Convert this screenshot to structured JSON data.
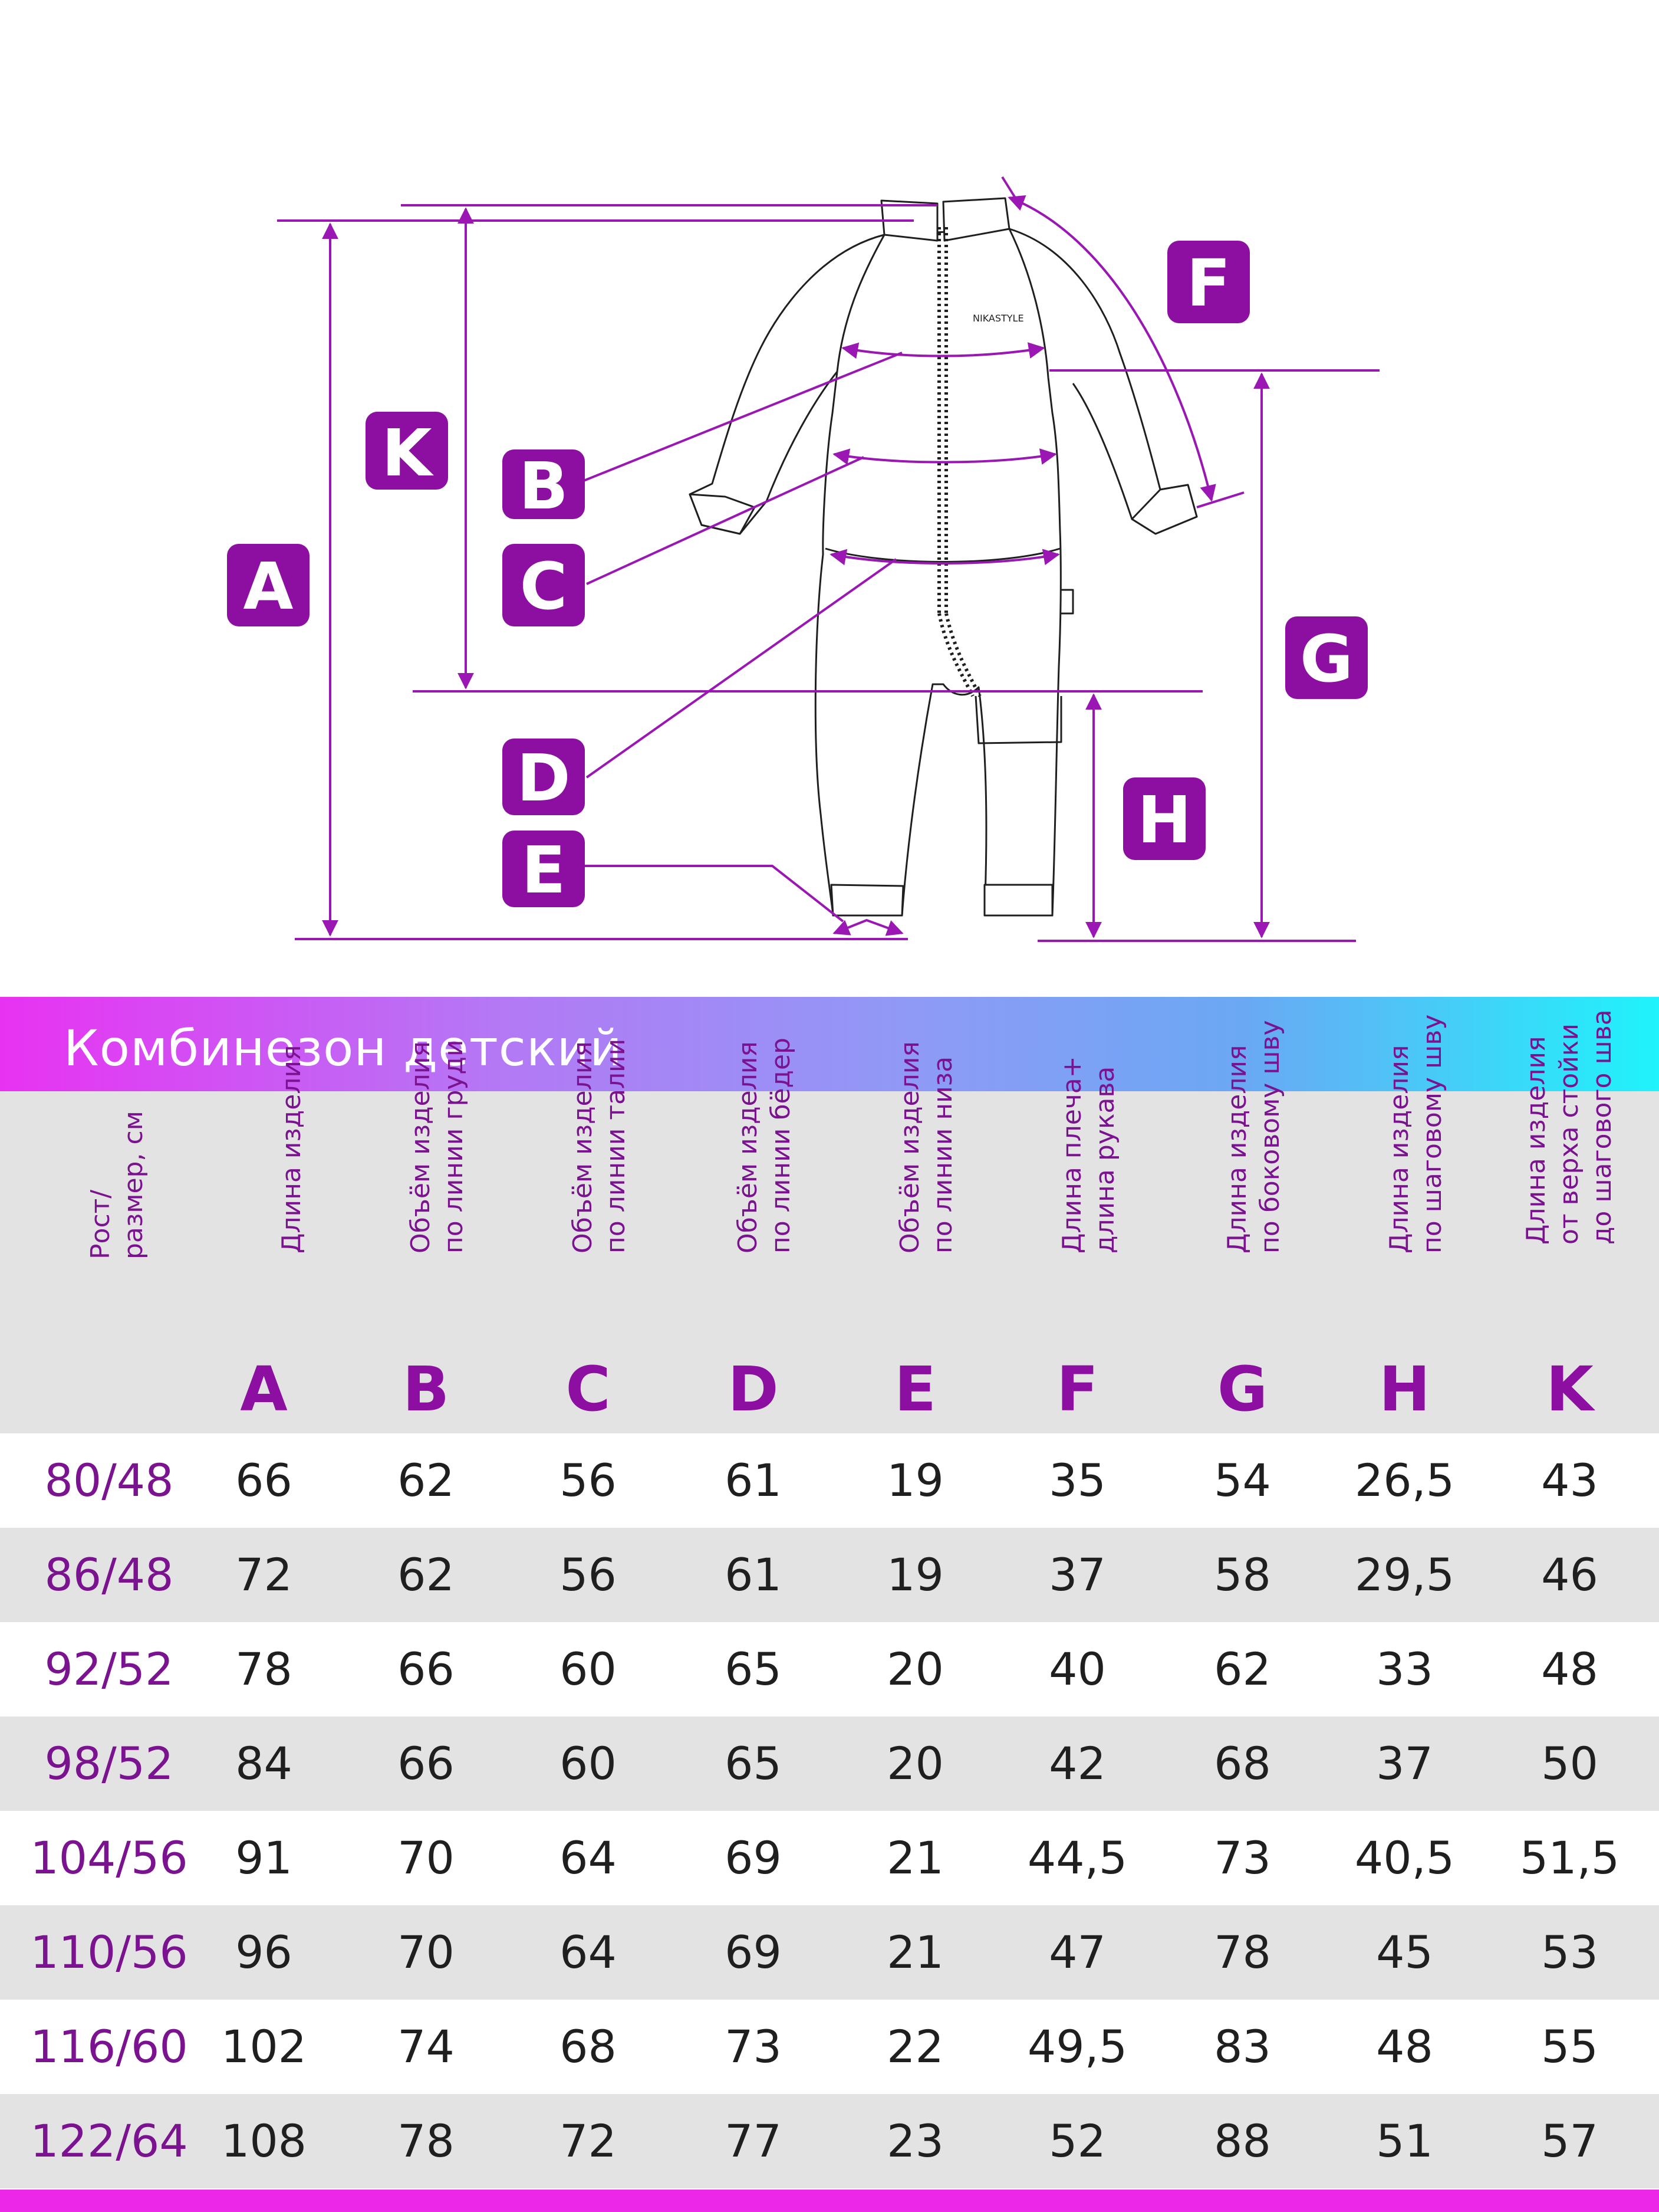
{
  "diagram": {
    "brand_mark": "NIKASTYLE",
    "labels": [
      "A",
      "B",
      "C",
      "D",
      "E",
      "F",
      "G",
      "H",
      "K"
    ],
    "accent_color": "#8c0fa1",
    "line_color": "#9a17b4"
  },
  "table": {
    "title": "Комбинезон детский",
    "size_header": [
      "Рост/",
      "размер, см"
    ],
    "columns": [
      {
        "letter": "A",
        "desc": [
          "Длина изделия"
        ]
      },
      {
        "letter": "B",
        "desc": [
          "Объём изделия",
          "по линии груди"
        ]
      },
      {
        "letter": "C",
        "desc": [
          "Объём изделия",
          "по линии талии"
        ]
      },
      {
        "letter": "D",
        "desc": [
          "Объём изделия",
          "по линии бёдер"
        ]
      },
      {
        "letter": "E",
        "desc": [
          "Объём изделия",
          "по линии низа"
        ]
      },
      {
        "letter": "F",
        "desc": [
          "Длина плеча+",
          "длина рукава"
        ]
      },
      {
        "letter": "G",
        "desc": [
          "Длина изделия",
          "по боковому шву"
        ]
      },
      {
        "letter": "H",
        "desc": [
          "Длина  изделия",
          "по шаговому шву"
        ]
      },
      {
        "letter": "K",
        "desc": [
          "Длина  изделия",
          "от верха стойки",
          "до шагового шва"
        ]
      }
    ],
    "rows": [
      {
        "size": "80/48",
        "values": [
          "66",
          "62",
          "56",
          "61",
          "19",
          "35",
          "54",
          "26,5",
          "43"
        ]
      },
      {
        "size": "86/48",
        "values": [
          "72",
          "62",
          "56",
          "61",
          "19",
          "37",
          "58",
          "29,5",
          "46"
        ]
      },
      {
        "size": "92/52",
        "values": [
          "78",
          "66",
          "60",
          "65",
          "20",
          "40",
          "62",
          "33",
          "48"
        ]
      },
      {
        "size": "98/52",
        "values": [
          "84",
          "66",
          "60",
          "65",
          "20",
          "42",
          "68",
          "37",
          "50"
        ]
      },
      {
        "size": "104/56",
        "values": [
          "91",
          "70",
          "64",
          "69",
          "21",
          "44,5",
          "73",
          "40,5",
          "51,5"
        ]
      },
      {
        "size": "110/56",
        "values": [
          "96",
          "70",
          "64",
          "69",
          "21",
          "47",
          "78",
          "45",
          "53"
        ]
      },
      {
        "size": "116/60",
        "values": [
          "102",
          "74",
          "68",
          "73",
          "22",
          "49,5",
          "83",
          "48",
          "55"
        ]
      },
      {
        "size": "122/64",
        "values": [
          "108",
          "78",
          "72",
          "77",
          "23",
          "52",
          "88",
          "51",
          "57"
        ]
      }
    ]
  }
}
